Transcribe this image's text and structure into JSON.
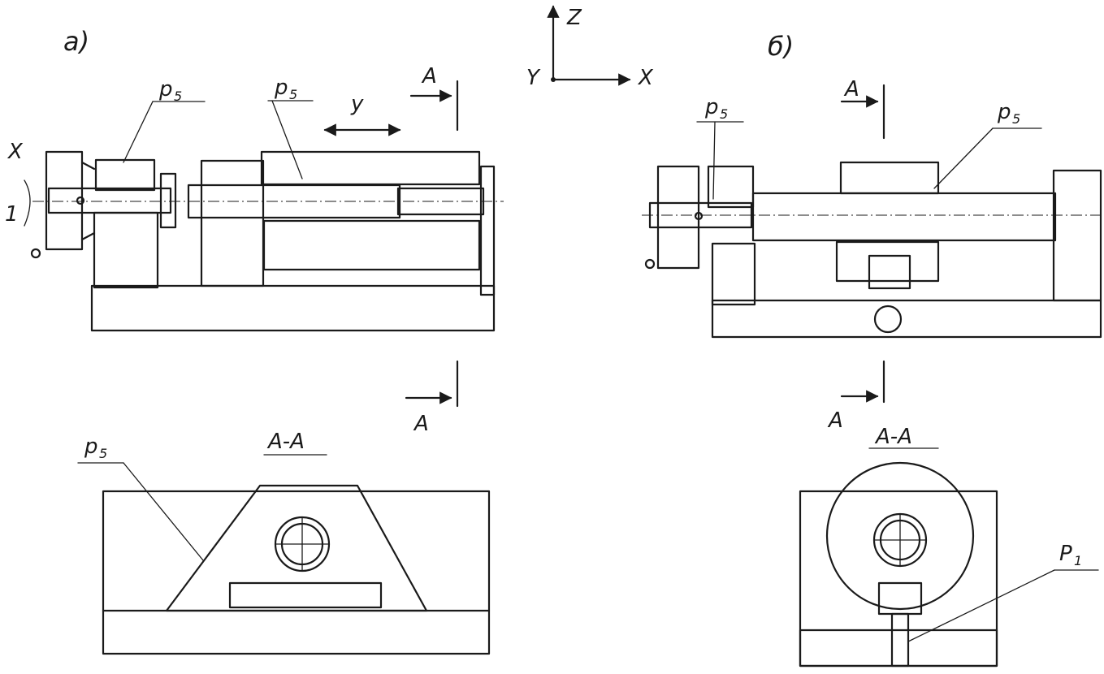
{
  "labels": {
    "panel_a": "а)",
    "panel_b": "б)",
    "axis_z": "Z",
    "axis_y": "Y",
    "axis_x": "X",
    "left_x": "X",
    "left_1": "1",
    "y_dir": "y",
    "section_a_label": "A",
    "section_title": "A-A",
    "p5_main": "p",
    "p5_sub": "5",
    "p1_main": "P",
    "p1_sub": "1"
  },
  "style": {
    "ink_color": "#1a1a1a",
    "paper_color": "#ffffff"
  }
}
